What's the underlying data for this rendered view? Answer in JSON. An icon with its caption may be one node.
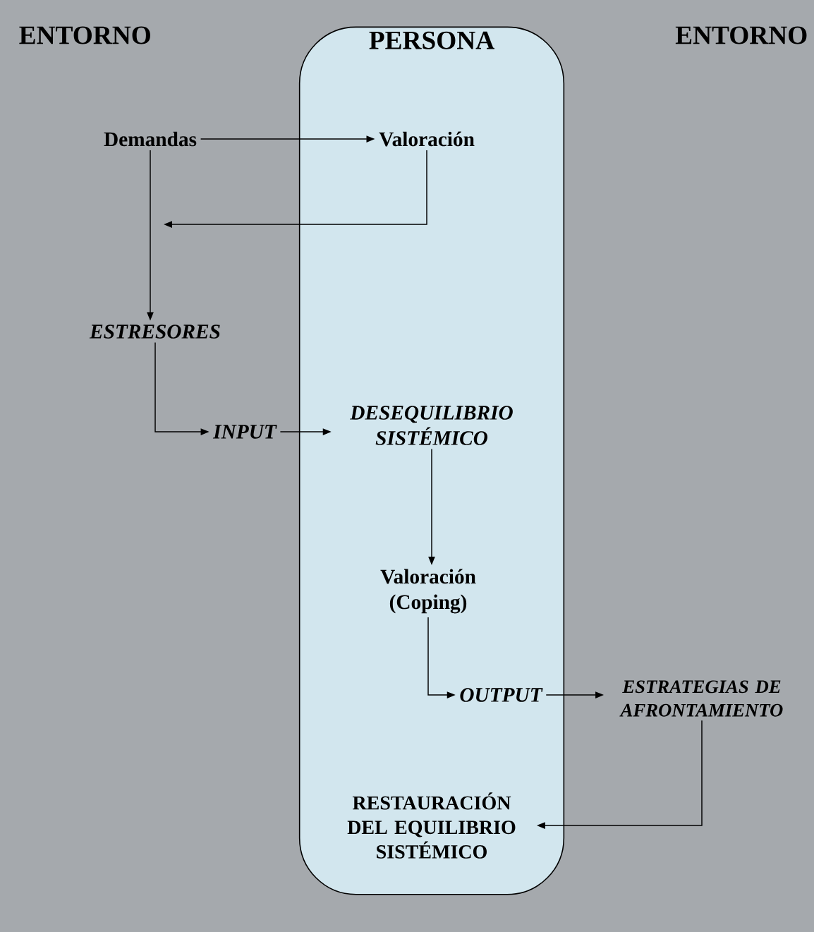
{
  "diagram": {
    "nodes": [
      {
        "text": [
          "PERSONA"
        ]
      },
      {
        "text": [
          "Demandas"
        ]
      },
      {
        "text": [
          "Valoración"
        ],
        "in": 0
      },
      {
        "text": [
          "ESTRESORES"
        ]
      },
      {
        "text": [
          "INPUT"
        ]
      },
      {
        "text": [
          "DESEQUILIBRIO SISTÉMICO"
        ],
        "in": 0
      },
      {
        "text": [
          "Valoración (Coping)"
        ],
        "in": 0
      },
      {
        "text": [
          "OUTPUT"
        ],
        "in": 0
      },
      {
        "text": [
          "ESTRATEGIAS DE AFRONTAMIENTO"
        ]
      },
      {
        "text": [
          "RESTAURACIÓN DEL EQUILIBRIO SISTÉMICO"
        ],
        "in": 0
      }
    ],
    "edges": [
      {
        "from": 1,
        "to": 2,
        "arrow": "to"
      },
      {
        "from": 2,
        "to": null,
        "arrow": "to"
      },
      {
        "from": 1,
        "to": 3,
        "arrow": "to"
      },
      {
        "from": 3,
        "to": 4,
        "arrow": "to"
      },
      {
        "from": 4,
        "to": 5,
        "arrow": "to"
      },
      {
        "from": 5,
        "to": 6,
        "arrow": "to"
      },
      {
        "from": 6,
        "to": 7,
        "arrow": "to"
      },
      {
        "from": 7,
        "to": 8,
        "arrow": "to"
      },
      {
        "from": 8,
        "to": 9,
        "arrow": "to"
      }
    ],
    "labels": [
      "ENTORNO",
      "ENTORNO"
    ]
  }
}
